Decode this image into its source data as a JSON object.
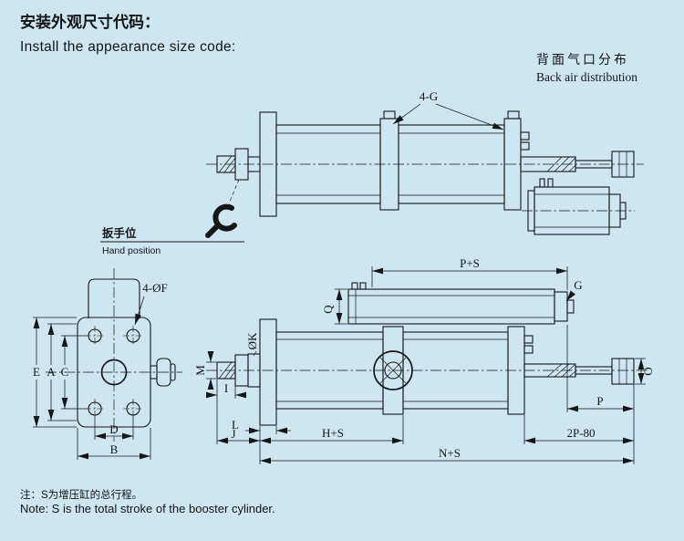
{
  "colors": {
    "background": "#cde6f2",
    "line": "#161616"
  },
  "header": {
    "title_zh": "安装外观尺寸代码：",
    "title_en": "Install the appearance size code:"
  },
  "back_air": {
    "zh": "背面气口分布",
    "en": "Back air distribution"
  },
  "top_view": {
    "port_label": "4-G",
    "hand_position_zh": "扳手位",
    "hand_position_en": "Hand position"
  },
  "end_view": {
    "hole_label": "4-ØF",
    "dim_e": "E",
    "dim_a": "A",
    "dim_c": "C",
    "dim_d": "D",
    "dim_b": "B"
  },
  "side_view": {
    "dim_ps": "P+S",
    "dim_g": "G",
    "dim_q": "Q",
    "dim_phik": "ØK",
    "dim_m": "M",
    "dim_i": "I",
    "dim_l": "L",
    "dim_j": "J",
    "dim_hs": "H+S",
    "dim_2p80": "2P-80",
    "dim_ns": "N+S",
    "dim_p": "P",
    "dim_o": "O"
  },
  "note": {
    "zh": "注：S为增压缸的总行程。",
    "en": "Note: S is the total stroke of the booster cylinder."
  }
}
